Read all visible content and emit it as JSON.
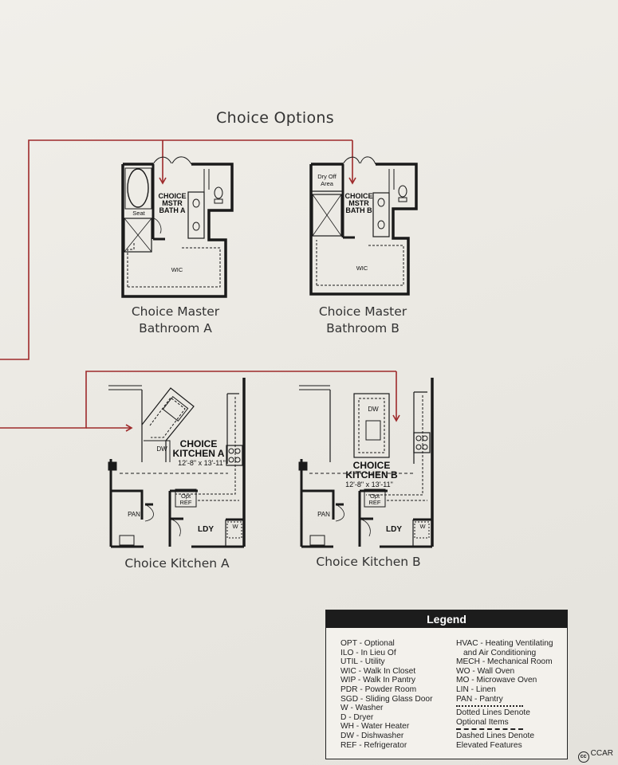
{
  "title": "Choice Options",
  "colors": {
    "arrow": "#9e2a2b",
    "wall": "#1a1a1a",
    "background": "#eceae4"
  },
  "plans": {
    "bath_a": {
      "label_lines": [
        "CHOICE",
        "MSTR",
        "BATH A"
      ],
      "seat": "Seat",
      "wic": "WIC",
      "caption_lines": [
        "Choice Master",
        "Bathroom A"
      ]
    },
    "bath_b": {
      "label_lines": [
        "CHOICE",
        "MSTR",
        "BATH B"
      ],
      "dry_off_lines": [
        "Dry Off",
        "Area"
      ],
      "wic": "WIC",
      "caption_lines": [
        "Choice Master",
        "Bathroom B"
      ]
    },
    "kitchen_a": {
      "label_lines": [
        "CHOICE",
        "KITCHEN A"
      ],
      "dims": "12'-8\" x 13'-11\"",
      "dw": "DW",
      "opt_ref_lines": [
        "Opt",
        "REF"
      ],
      "pan": "PAN",
      "ldy": "LDY",
      "w": "W",
      "caption": "Choice Kitchen A"
    },
    "kitchen_b": {
      "label_lines": [
        "CHOICE",
        "KITCHEN B"
      ],
      "dims": "12'-8\" x 13'-11\"",
      "dw": "DW",
      "opt_ref_lines": [
        "Opt",
        "REF"
      ],
      "pan": "PAN",
      "ldy": "LDY",
      "w": "W",
      "caption": "Choice Kitchen B"
    }
  },
  "legend": {
    "title": "Legend",
    "left": [
      "OPT - Optional",
      "ILO - In Lieu Of",
      "UTIL - Utility",
      "WIC - Walk In Closet",
      "WIP - Walk In Pantry",
      "PDR - Powder Room",
      "SGD - Sliding Glass Door",
      "W - Washer",
      "D - Dryer",
      "WH - Water Heater",
      "DW - Dishwasher",
      "REF - Refrigerator"
    ],
    "right": [
      "HVAC - Heating Ventilating",
      "and Air Conditioning",
      "MECH - Mechanical Room",
      "WO - Wall Oven",
      "MO - Microwave Oven",
      "LIN - Linen",
      "PAN - Pantry"
    ],
    "dotted_lines": [
      "Dotted Lines Denote",
      "Optional Items"
    ],
    "dashed_lines": [
      "Dashed Lines Denote",
      "Elevated Features"
    ]
  },
  "watermark": {
    "badge": "cc",
    "text": "CCAR"
  }
}
